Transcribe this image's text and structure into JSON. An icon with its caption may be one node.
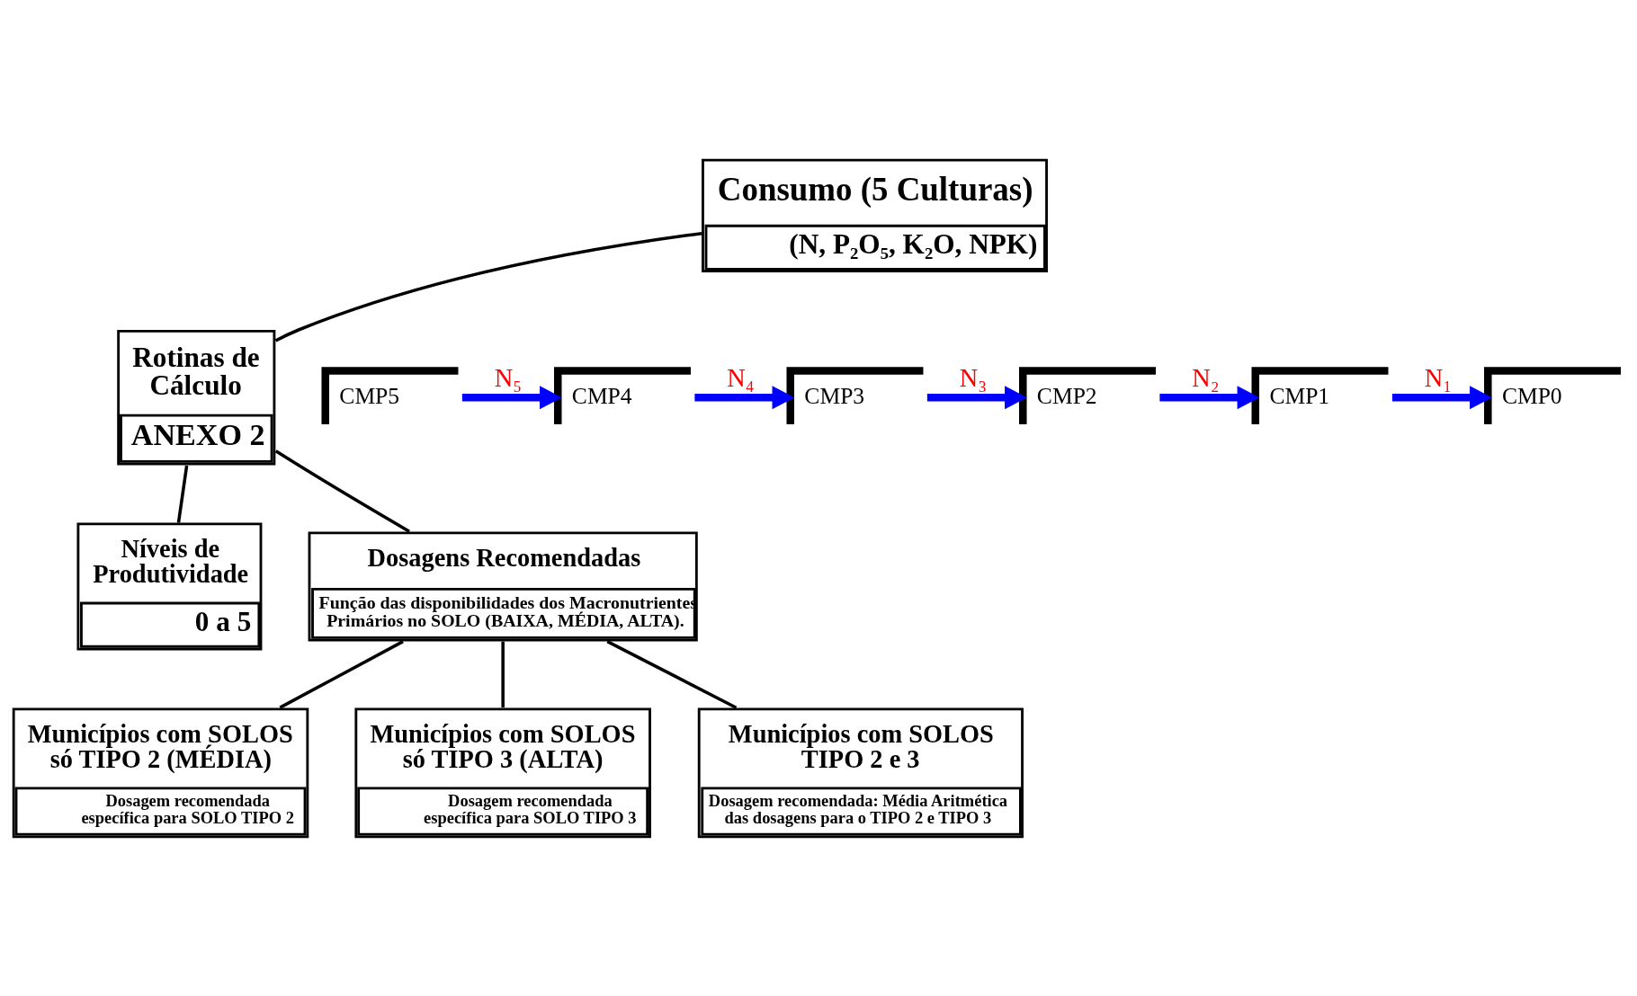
{
  "diagram": {
    "nodes": [
      {
        "text": [
          "Consumo (5 Culturas)",
          "(N, P₂O₅, K₂O, NPK)"
        ]
      },
      {
        "text": [
          "Rotinas de Cálculo",
          "ANEXO 2"
        ]
      },
      {
        "text": [
          "Níveis de Produtividade",
          "0 a 5"
        ]
      },
      {
        "text": [
          "Dosagens Recomendadas",
          "Função das disponibilidades dos Macronutrientes Primários no SOLO (BAIXA, MÉDIA, ALTA)."
        ]
      },
      {
        "text": [
          "Municípios com SOLOS só TIPO 2 (MÉDIA)",
          "Dosagem recomendada específica para SOLO TIPO 2"
        ]
      },
      {
        "text": [
          "Municípios com SOLOS só TIPO 3 (ALTA)",
          "Dosagem recomendada específica para SOLO TIPO 3"
        ]
      },
      {
        "text": [
          "Municípios com SOLOS TIPO 2 e 3",
          "Dosagem recomendada: Média Aritmética das dosagens para o TIPO 2 e TIPO 3"
        ]
      },
      {
        "text": [
          "CMP0"
        ]
      },
      {
        "text": [
          "CMP1"
        ]
      },
      {
        "text": [
          "CMP2"
        ]
      },
      {
        "text": [
          "CMP3"
        ]
      },
      {
        "text": [
          "CMP4"
        ]
      },
      {
        "text": [
          "CMP5"
        ]
      }
    ],
    "edges": [
      {
        "from": 0,
        "to": 1,
        "arrow": "none"
      },
      {
        "from": 1,
        "to": 2,
        "arrow": "none"
      },
      {
        "from": 1,
        "to": 3,
        "arrow": "none"
      },
      {
        "from": 3,
        "to": 4,
        "arrow": "none"
      },
      {
        "from": 3,
        "to": 5,
        "arrow": "none"
      },
      {
        "from": 3,
        "to": 6,
        "arrow": "none"
      },
      {
        "from": 8,
        "to": 7,
        "arrow": "to",
        "label": "N₁",
        "style": "thick",
        "color": "#0000ff"
      },
      {
        "from": 9,
        "to": 8,
        "arrow": "to",
        "label": "N₂",
        "style": "thick",
        "color": "#0000ff"
      },
      {
        "from": 10,
        "to": 9,
        "arrow": "to",
        "label": "N₃",
        "style": "thick",
        "color": "#0000ff"
      },
      {
        "from": 11,
        "to": 10,
        "arrow": "to",
        "label": "N₄",
        "style": "thick",
        "color": "#0000ff"
      },
      {
        "from": 12,
        "to": 11,
        "arrow": "to",
        "label": "N₅",
        "style": "thick",
        "color": "#0000ff"
      }
    ]
  }
}
